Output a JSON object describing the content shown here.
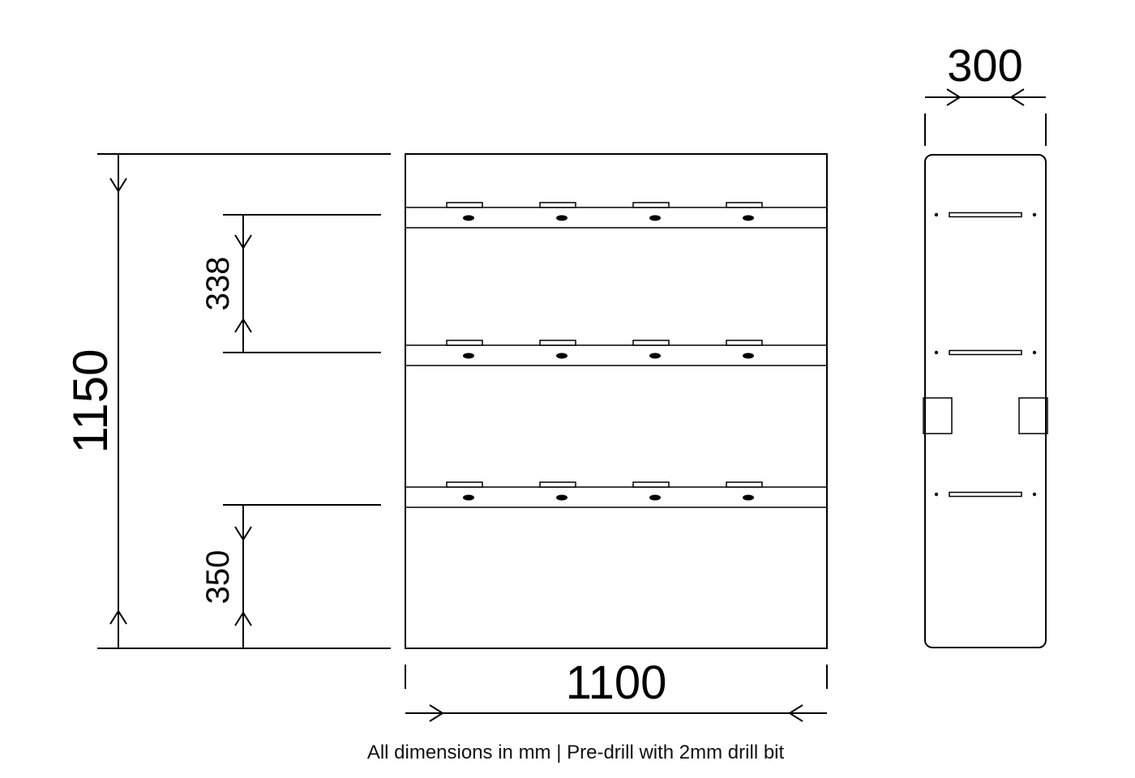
{
  "dimensions": {
    "overall_height": "1150",
    "top_shelf_spacing": "338",
    "bottom_shelf_spacing": "350",
    "overall_width": "1100",
    "depth": "300"
  },
  "front_view": {
    "shelf_count": 3,
    "brackets_per_shelf": 4
  },
  "side_view": {
    "slot_count": 3,
    "side_tab_count": 2
  },
  "caption": "All dimensions in mm | Pre-drill with 2mm drill bit"
}
